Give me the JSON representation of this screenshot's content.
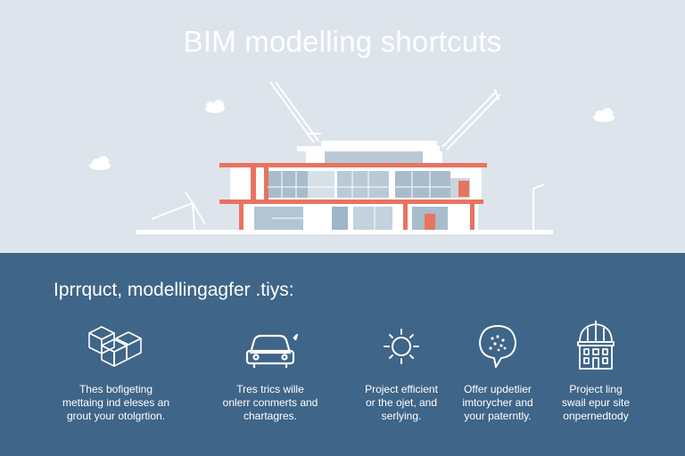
{
  "hero": {
    "title": "BIM modelling shortcuts"
  },
  "section": {
    "subtitle": "Iprrquct, modellingagfer .tiys:"
  },
  "features": [
    {
      "icon": "cubes-icon",
      "lines": [
        "Thes bofigeting",
        "mettaing ind eleses an",
        "grout your otolgrtion."
      ]
    },
    {
      "icon": "car-icon",
      "lines": [
        "Tres trics wille",
        "onlerr conmerts and",
        "chartagres."
      ]
    },
    {
      "icon": "sun-icon",
      "lines": [
        "Project efficient",
        "or the ojet, and",
        "serlying."
      ]
    },
    {
      "icon": "chat-bubble-icon",
      "lines": [
        "Offer updetlier",
        "imtorycher and",
        "your paterntly."
      ]
    },
    {
      "icon": "building-dome-icon",
      "lines": [
        "Project ling",
        "swail epur site",
        "onpernedtody"
      ]
    }
  ],
  "colors": {
    "accent": "#e8735f",
    "sky": "#dde4ec",
    "panel": "#3f6588",
    "glass": "#9fb6c9"
  }
}
